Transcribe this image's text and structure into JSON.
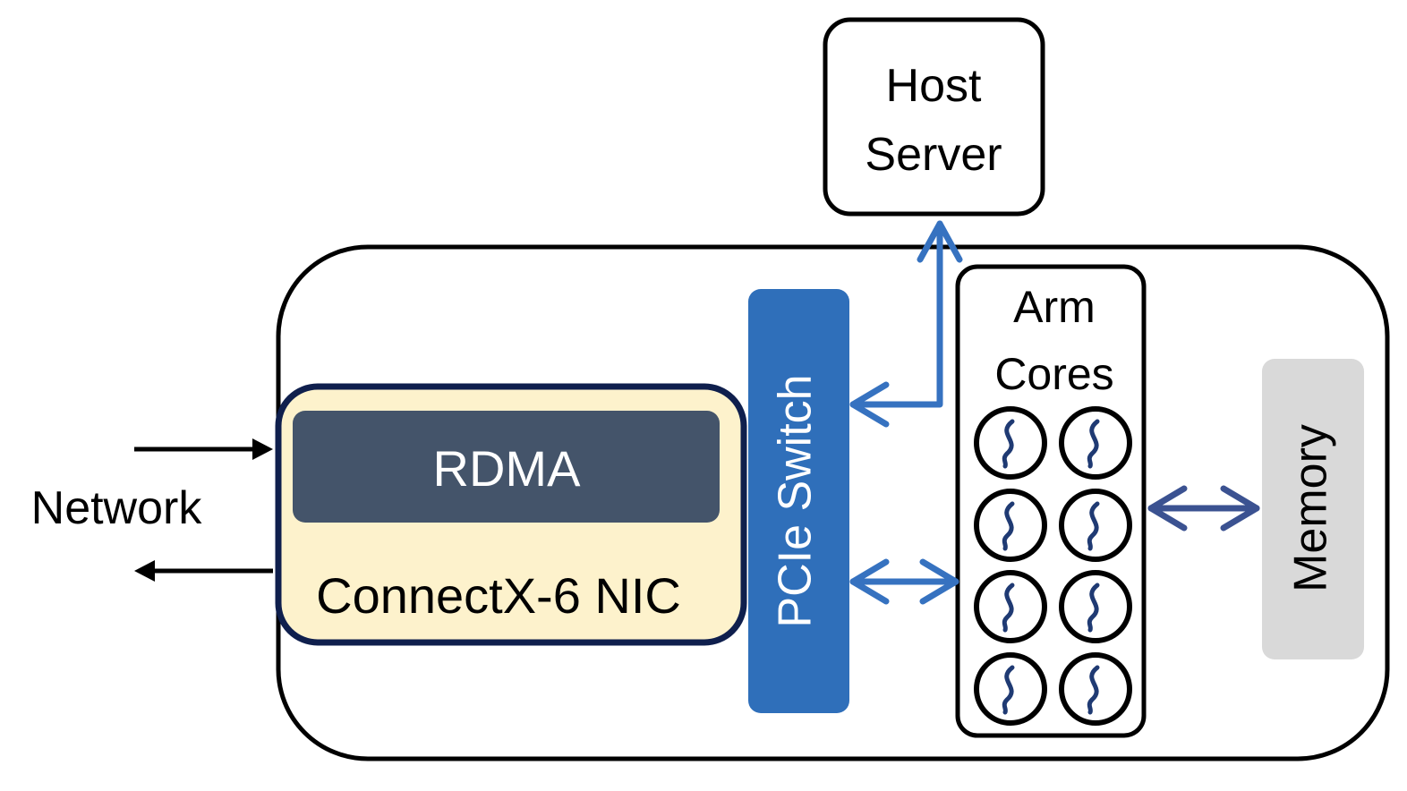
{
  "network": {
    "label": "Network"
  },
  "host": {
    "line1": "Host",
    "line2": "Server"
  },
  "nic": {
    "rdma_label": "RDMA",
    "label": "ConnectX-6 NIC"
  },
  "pcie": {
    "label": "PCIe Switch"
  },
  "arm": {
    "line1": "Arm",
    "line2": "Cores"
  },
  "memory": {
    "label": "Memory"
  },
  "colors": {
    "outline": "#000000",
    "blue_arrow": "#3672c0",
    "dark_arrow": "#3b5291",
    "pcie_fill": "#2f6fba",
    "rdma_fill": "#44546a",
    "nic_fill": "#fdf2cc",
    "nic_border": "#0f1f4d",
    "memory_fill": "#d9d9d9",
    "core_squiggle": "#1f3a73"
  }
}
